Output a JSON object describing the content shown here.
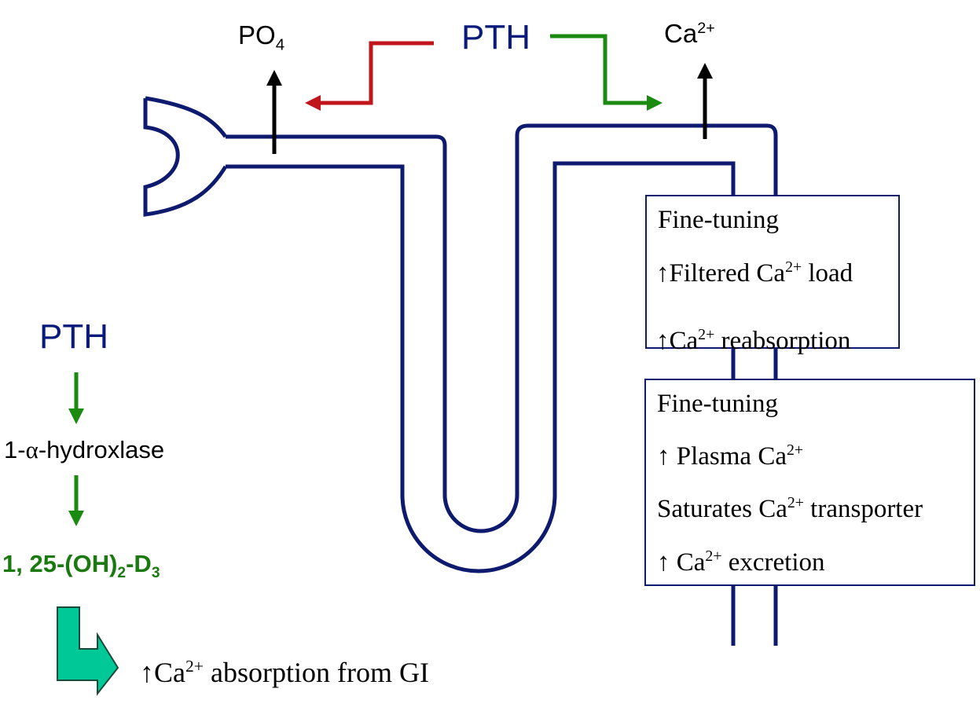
{
  "labels": {
    "po4": {
      "base": "PO",
      "sub": "4"
    },
    "pth_top": "PTH",
    "ca_top": {
      "base": "Ca",
      "sup": "2+"
    },
    "pth_left": "PTH",
    "hydroxylase": {
      "pre": "1-",
      "alpha": "α",
      "post": "-hydroxlase"
    },
    "vitd": {
      "a": "1, 25-(OH)",
      "a_sub": "2",
      "b": "-D",
      "b_sub": "3"
    },
    "absorption": {
      "arrow": "↑",
      "base": "Ca",
      "sup": "2+",
      "rest": " absorption from GI"
    }
  },
  "box1": {
    "title": "Fine-tuning",
    "line1": {
      "arrow": "↑",
      "pre": "Filtered Ca",
      "sup": "2+",
      "post": " load"
    },
    "line2": {
      "arrow": "↑",
      "pre": "Ca",
      "sup": "2+",
      "post": " reabsorption"
    }
  },
  "box2": {
    "title": "Fine-tuning",
    "line1": {
      "arrow": "↑",
      "pre": " Plasma Ca",
      "sup": "2+",
      "post": ""
    },
    "line2": {
      "arrow": "",
      "pre": "Saturates Ca",
      "sup": "2+",
      "post": " transporter"
    },
    "line3": {
      "arrow": "↑",
      "pre": " Ca",
      "sup": "2+",
      "post": " excretion"
    }
  },
  "colors": {
    "tubule": "#0d1a6e",
    "pth_text": "#0a1a7a",
    "inhibit_arrow": "#c0151a",
    "stimulate_arrow": "#1a8a10",
    "vitd_text": "#1a7a10",
    "gi_arrow_fill": "#00c896"
  }
}
